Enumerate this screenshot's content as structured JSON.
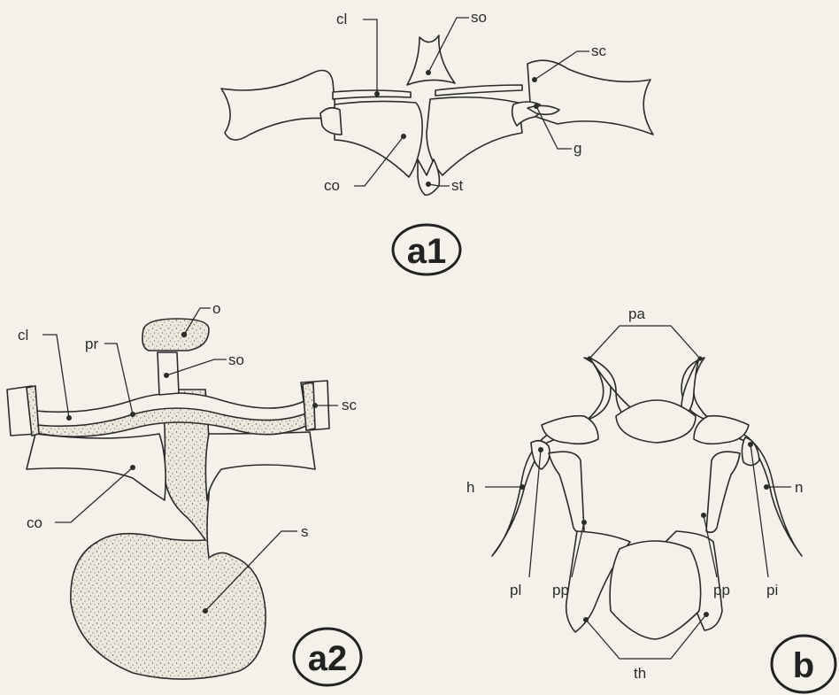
{
  "panels": {
    "a1": {
      "badge": "a1",
      "labels": {
        "cl": "cl",
        "so": "so",
        "sc": "sc",
        "g": "g",
        "co": "co",
        "st": "st"
      }
    },
    "a2": {
      "badge": "a2",
      "labels": {
        "o": "o",
        "cl": "cl",
        "pr": "pr",
        "so": "so",
        "sc": "sc",
        "co": "co",
        "s": "s"
      }
    },
    "b": {
      "badge": "b",
      "labels": {
        "pa": "pa",
        "h": "h",
        "n": "n",
        "pl": "pl",
        "pp_left": "pp",
        "pp_right": "pp",
        "pi": "pi",
        "th": "th"
      }
    }
  }
}
